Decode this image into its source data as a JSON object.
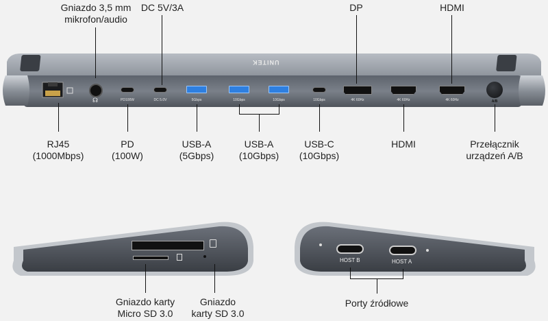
{
  "top_labels": {
    "audio": "Gniazdo 3,5 mm\nmikrofon/audio",
    "dc": "DC 5V/3A",
    "dp": "DP",
    "hdmi": "HDMI"
  },
  "bottom_labels": {
    "rj45": "RJ45\n(1000Mbps)",
    "pd": "PD\n(100W)",
    "usba5": "USB-A\n(5Gbps)",
    "usba10": "USB-A\n(10Gbps)",
    "usbc": "USB-C\n(10Gbps)",
    "hdmi": "HDMI",
    "switch": "Przełącznik\nurządzeń A/B"
  },
  "port_captions": {
    "pd": "PD100W",
    "dc": "DC 5.0V",
    "usba5": "5Gbps",
    "usba10_1": "10Gbps",
    "usba10_2": "10Gbps",
    "usbc": "10Gbps",
    "dp": "4K 60Hz",
    "hdmi1": "4K 60Hz",
    "hdmi2": "4K 60Hz",
    "switch": "A/B"
  },
  "brand": "UNITEK",
  "side_left": {
    "sd_label": "Gniazdo karty\nMicro SD 3.0",
    "sd2_label": "Gniazdo\nkarty SD 3.0"
  },
  "side_right": {
    "host_b": "HOST B",
    "host_a": "HOST A",
    "label": "Porty źródłowe"
  },
  "colors": {
    "body_metal": "#9ca3ad",
    "panel_dark": "#2c2f34",
    "usb_blue": "#2e7fe0"
  }
}
